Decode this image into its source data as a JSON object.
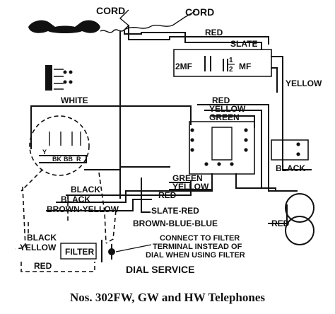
{
  "labels": {
    "cord_left": "CORD",
    "cord_right": "CORD",
    "red_top": "RED",
    "slate_top": "SLATE",
    "cap_left": "2MF",
    "cap_right": "1/2 MF",
    "cap_right_num": "1",
    "cap_right_den": "2",
    "cap_right_unit": "MF",
    "yellow_right": "YELLOW",
    "white": "WHITE",
    "red_mid": "RED",
    "yellow_mid": "YELLOW",
    "green_mid": "GREEN",
    "green_low": "GREEN",
    "yellow_low": "YELLOW",
    "red_low": "RED",
    "black_right": "BLACK",
    "black_1": "BLACK",
    "black_2": "BLACK",
    "brown_yellow": "BROWN-YELLOW",
    "slate_red": "SLATE-RED",
    "brown_blue_blue": "BROWN-BLUE-BLUE",
    "black_filter": "BLACK",
    "yellow_filter": "YELLOW",
    "filter": "FILTER",
    "red_filter": "RED",
    "red_bell": "RED",
    "note_1": "CONNECT TO FILTER",
    "note_2": "TERMINAL INSTEAD OF",
    "note_3": "DIAL WHEN USING FILTER",
    "dial_service": "DIAL SERVICE",
    "term_y": "Y",
    "term_bk": "BK",
    "term_bb": "BB",
    "term_r": "R",
    "caption": "Nos. 302FW, GW and HW Telephones"
  }
}
